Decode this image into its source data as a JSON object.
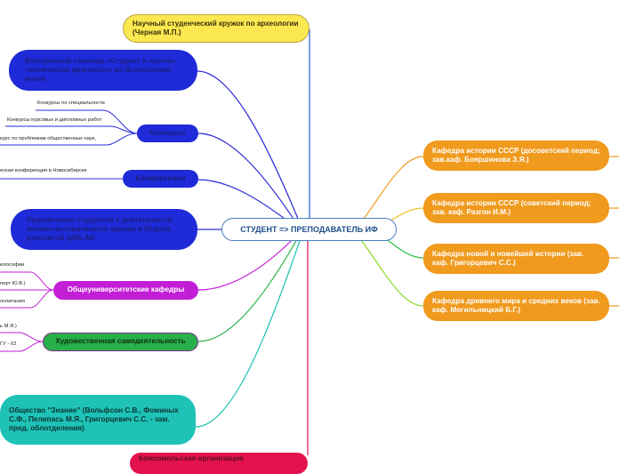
{
  "center": {
    "label": "СТУДЕНТ => ПРЕПОДАВАТЕЛЬ ИФ"
  },
  "left_nodes": {
    "circle": "Научный студенческий кружок по археологии (Черная М.П.)",
    "seminar": "Всесоюзный семинар «Студент и научно-техническая прогрессе» во Всесоюзном музее",
    "contests": "Конкурсы",
    "conference": "Конференции",
    "archive": "Привлечение студентов к деятельности военно-исторического архива и Отдела рукописей ЦНБ АН",
    "depts": "Общеуниверситетские кафедры",
    "art": "Художественная самодеятельность",
    "znanie": "Общество \"Знание\" (Вольфсон С.В., Фоминых С.Ф., Пелипась М.Я., Григорцевич С.С. - зам. пред. облотделения)",
    "komsomol": "Комсомольская организация"
  },
  "leaves": {
    "contest_1": "Конкурсы по специальности",
    "contest_2": "Конкурсы курсовых и дипломных работ",
    "contest_3": "курс по проблемам общественных наук,",
    "conf_1": "еская конференция в Новосибирске",
    "dept_1": "илософии",
    "dept_2": "перт Ю.В.)",
    "dept_3": "оспитания",
    "art_1": "ь М.Я.)",
    "art_2": "ГУ - 62"
  },
  "right_nodes": {
    "ussr_pre": "Кафедра истории СССР (досоветский период; зав.каф. Бояршинова З.Я.)",
    "ussr_soviet": "Кафедра истории СССР (советский период; зав. каф. Разгон И.М.)",
    "modern": "Кафедра новой и новейшей истории (зав. каф. Григорцевич С.С.)",
    "ancient": "Кафедра древнего мира и средних веков (зав. каф. Могильницкий Б.Г.)"
  },
  "colors": {
    "yellow": "#fbe74f",
    "blue": "#1f2ad8",
    "orange": "#f09a1e",
    "magenta": "#c21ed6",
    "green": "#28b04a",
    "teal": "#1fc2b6",
    "red": "#e3124e"
  }
}
